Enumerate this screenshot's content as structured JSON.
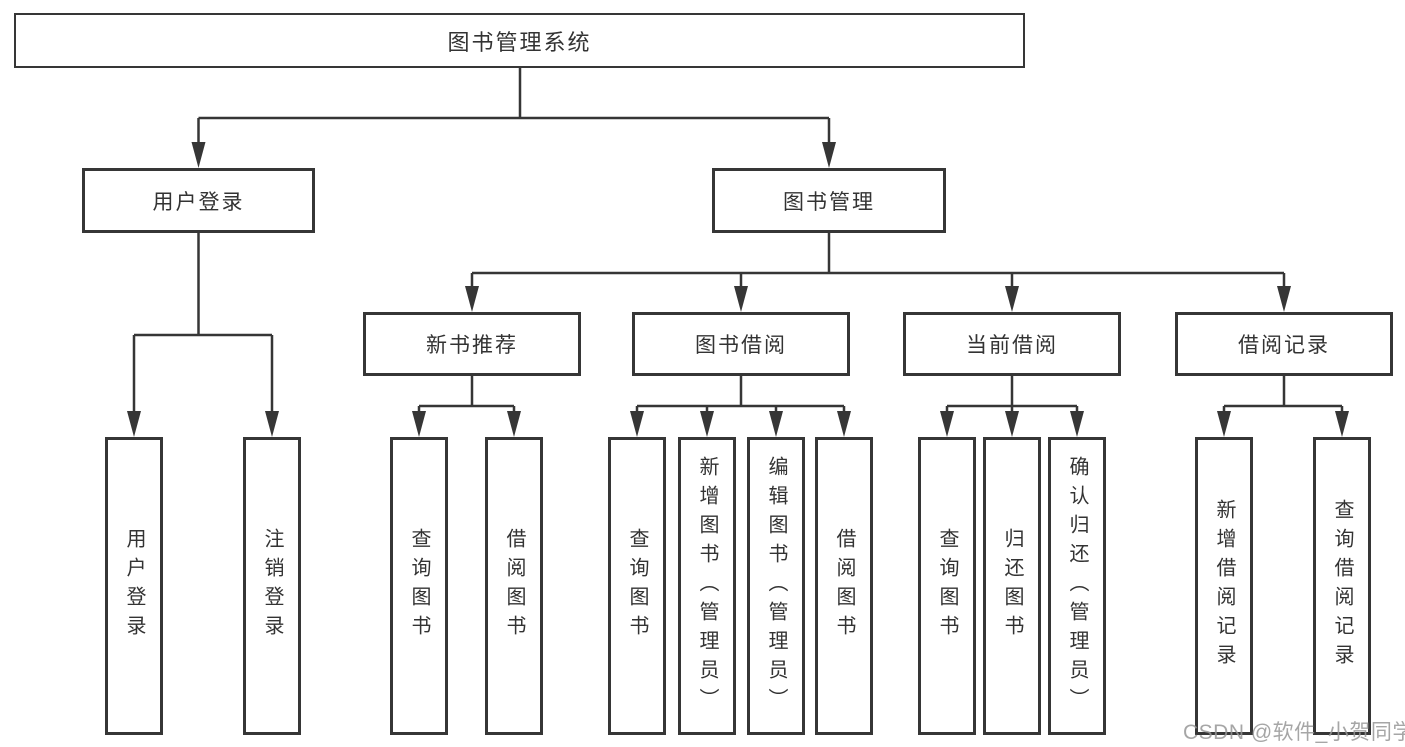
{
  "diagram": {
    "title": "图书管理系统",
    "branches": [
      {
        "label": "用户登录",
        "leaves": [
          "用户登录",
          "注销登录"
        ]
      },
      {
        "label": "图书管理",
        "sections": [
          {
            "label": "新书推荐",
            "leaves": [
              "查询图书",
              "借阅图书"
            ]
          },
          {
            "label": "图书借阅",
            "leaves": [
              "查询图书",
              "新增图书（管理员）",
              "编辑图书（管理员）",
              "借阅图书"
            ]
          },
          {
            "label": "当前借阅",
            "leaves": [
              "查询图书",
              "归还图书",
              "确认归还（管理员）"
            ]
          },
          {
            "label": "借阅记录",
            "leaves": [
              "新增借阅记录",
              "查询借阅记录"
            ]
          }
        ]
      }
    ]
  },
  "watermark": "CSDN @软件_小贺同学",
  "colors": {
    "line": "#363636",
    "text": "#333333",
    "watermark": "#969696",
    "background": "#ffffff"
  }
}
